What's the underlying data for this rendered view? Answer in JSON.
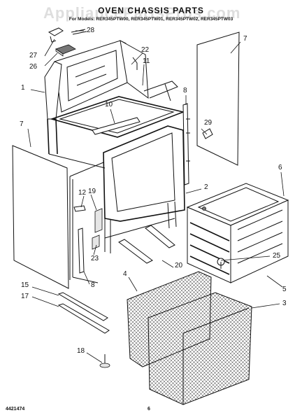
{
  "page": {
    "watermark": "AppliancePartsPros.com",
    "title": "OVEN CHASSIS PARTS",
    "model_line": "For Models: RER345PTW00, RER345PTW01, RER345PTW02, RER345PTW03",
    "footer_left": "4421474",
    "footer_center": "6"
  },
  "callouts": {
    "p1": "1",
    "p2": "2",
    "p3": "3",
    "p4": "4",
    "p5": "5",
    "p6": "6",
    "p7a": "7",
    "p7b": "7",
    "p8a": "8",
    "p8b": "8",
    "p10": "10",
    "p11": "11",
    "p12": "12",
    "p15": "15",
    "p17": "17",
    "p18": "18",
    "p19": "19",
    "p20": "20",
    "p22": "22",
    "p23": "23",
    "p25": "25",
    "p26": "26",
    "p27": "27",
    "p28": "28",
    "p29": "29"
  },
  "colors": {
    "ink": "#111111",
    "paper": "#ffffff",
    "watermark": "#a0a0a0"
  }
}
